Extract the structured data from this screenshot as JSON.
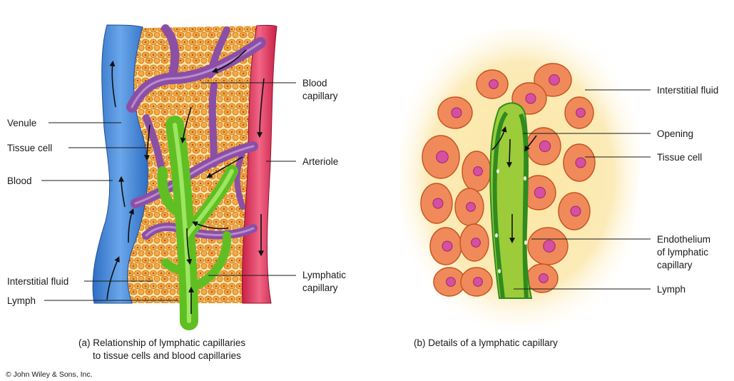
{
  "panel_a": {
    "labels": {
      "venule": "Venule",
      "tissue_cell": "Tissue cell",
      "blood": "Blood",
      "interstitial_fluid": "Interstitial fluid",
      "lymph": "Lymph",
      "blood_capillary_1": "Blood",
      "blood_capillary_2": "capillary",
      "arteriole": "Arteriole",
      "lymphatic_capillary_1": "Lymphatic",
      "lymphatic_capillary_2": "capillary"
    },
    "caption_1": "(a) Relationship of lymphatic capillaries",
    "caption_2": "to tissue cells and blood capillaries"
  },
  "panel_b": {
    "labels": {
      "interstitial_fluid": "Interstitial fluid",
      "opening": "Opening",
      "tissue_cell": "Tissue cell",
      "endothelium_1": "Endothelium",
      "endothelium_2": "of lymphatic",
      "endothelium_3": "capillary",
      "lymph": "Lymph"
    },
    "caption": "(b) Details of a lymphatic capillary"
  },
  "copyright": "© John Wiley & Sons, Inc.",
  "colors": {
    "venule": "#3a7fd0",
    "arteriole": "#e0355a",
    "blood_capillary": "#8b4fa6",
    "lymphatic": "#6fcf2a",
    "tissue_cell": "#f2a23a",
    "interstitial_bg": "#fbe7a8",
    "cell_b": "#f08a5a",
    "nucleus": "#d64fa0"
  }
}
